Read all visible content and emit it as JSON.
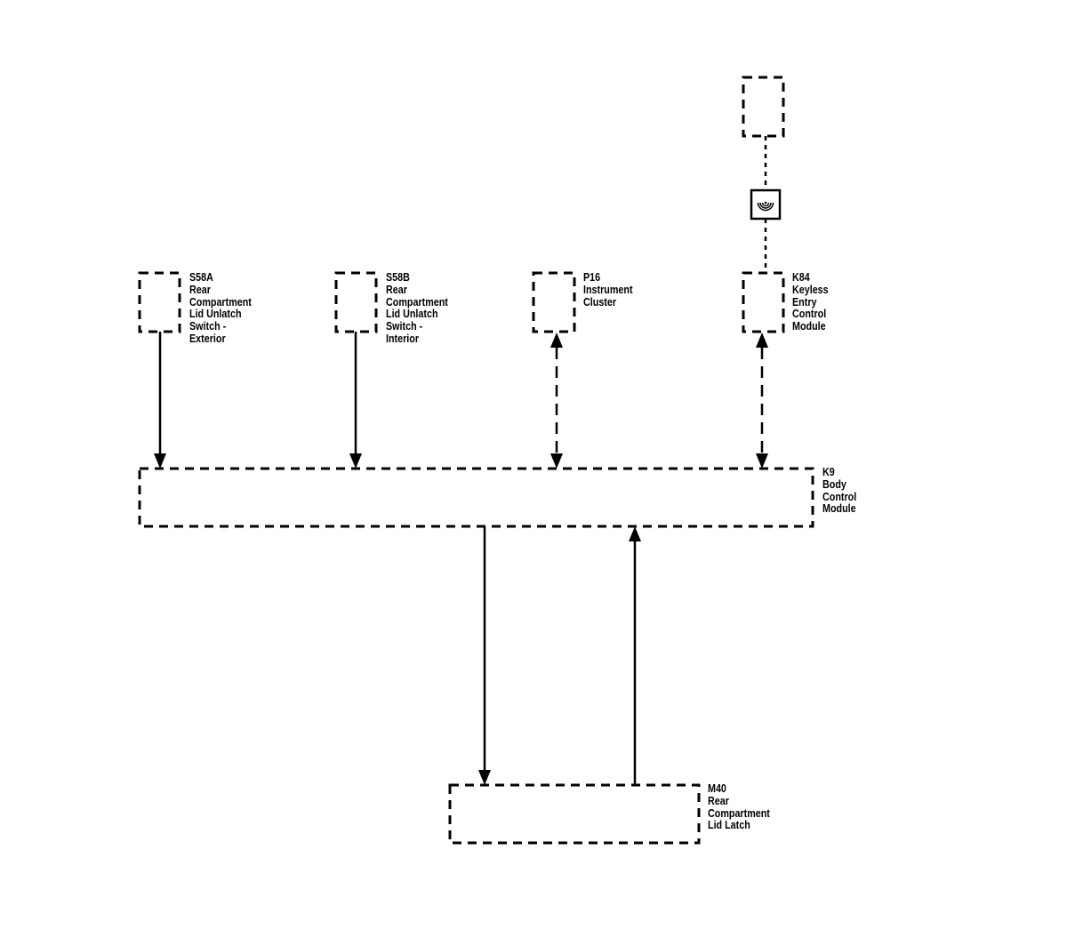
{
  "components": {
    "s58a": {
      "id": "S58A",
      "lines": [
        "Rear",
        "Compartment",
        "Lid Unlatch",
        "Switch -",
        "Exterior"
      ]
    },
    "s58b": {
      "id": "S58B",
      "lines": [
        "Rear",
        "Compartment",
        "Lid Unlatch",
        "Switch -",
        "Interior"
      ]
    },
    "p16": {
      "id": "P16",
      "lines": [
        "Instrument",
        "Cluster"
      ]
    },
    "k84": {
      "id": "K84",
      "lines": [
        "Keyless",
        "Entry",
        "Control",
        "Module"
      ]
    },
    "k9": {
      "id": "K9",
      "lines": [
        "Body",
        "Control",
        "Module"
      ]
    },
    "m40": {
      "id": "M40",
      "lines": [
        "Rear",
        "Compartment",
        "Lid Latch"
      ]
    }
  },
  "icons": {
    "wireless": "wireless-signal-icon"
  },
  "colors": {
    "line": "#000000",
    "background": "#ffffff"
  }
}
